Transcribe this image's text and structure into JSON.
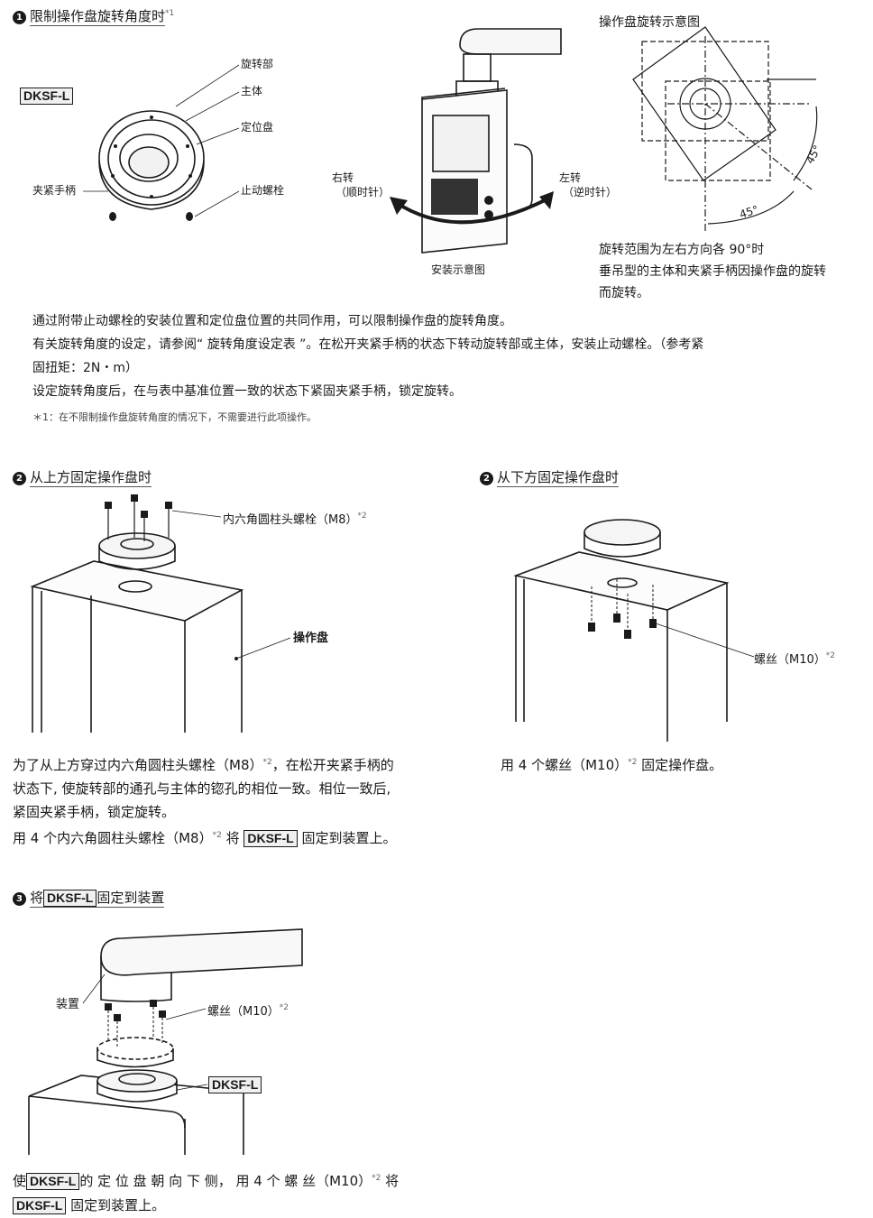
{
  "section1": {
    "heading": "限制操作盘旋转角度时",
    "note_mark": "*1",
    "product_tag": "DKSF-L",
    "labels": {
      "rotating_part": "旋转部",
      "main_body": "主体",
      "locating_disc": "定位盘",
      "clamp_handle": "夹紧手柄",
      "stop_bolt": "止动螺栓"
    },
    "install_caption": "安装示意图",
    "right_turn": "右转",
    "right_turn_sub": "（顺时针）",
    "left_turn": "左转",
    "left_turn_sub": "（逆时针）",
    "rotation_title": "操作盘旋转示意图",
    "angle1": "45°",
    "angle2": "45°",
    "rotation_note_lines": [
      "旋转范围为左右方向各 90°时",
      "垂吊型的主体和夹紧手柄因操作盘的旋转",
      "而旋转。"
    ],
    "paragraphs": [
      "通过附带止动螺栓的安装位置和定位盘位置的共同作用，可以限制操作盘的旋转角度。",
      "有关旋转角度的设定，请参阅“ 旋转角度设定表 ”。在松开夹紧手柄的状态下转动旋转部或主体，安装止动螺栓。（参考紧",
      "固扭矩：2N・m）",
      "设定旋转角度后，在与表中基准位置一致的状态下紧固夹紧手柄，锁定旋转。"
    ],
    "footnote": "＊1：在不限制操作盘旋转角度的情况下，不需要进行此项操作。"
  },
  "section2": {
    "heading": "从上方固定操作盘时",
    "screw_label": "内六角圆柱头螺栓（M8）",
    "screw_mark": "*2",
    "panel_label": "操作盘",
    "paragraph_lines": [
      "为了从上方穿过内六角圆柱头螺栓（M8）",
      "状态下, 使旋转部的通孔与主体的锪孔的相位一致。相位一致后,",
      "紧固夹紧手柄，锁定旋转。"
    ],
    "line1_mark": "*2",
    "line1_tail": "，在松开夹紧手柄的",
    "last_pre": "用 4 个内六角圆柱头螺栓（M8）",
    "last_mark": "*2",
    "last_mid": " 将 ",
    "last_tag": "DKSF-L",
    "last_post": " 固定到装置上。"
  },
  "section2b": {
    "heading": "从下方固定操作盘时",
    "screw_label": "螺丝（M10）",
    "screw_mark": "*2",
    "paragraph_pre": "用 4 个螺丝（M10）",
    "paragraph_mark": "*2",
    "paragraph_post": " 固定操作盘。"
  },
  "section3": {
    "heading_pre": "将",
    "heading_tag": "DKSF-L",
    "heading_post": "固定到装置",
    "device_label": "装置",
    "screw_label": "螺丝（M10）",
    "screw_mark": "*2",
    "product_tag": "DKSF-L",
    "line1_pre": "使",
    "line1_tag": "DKSF-L",
    "line1_mid": "的 定 位 盘 朝 向 下 侧， 用 4 个 螺 丝（M10）",
    "line1_mark": "*2",
    "line1_post": " 将",
    "line2_tag": "DKSF-L",
    "line2_post": " 固定到装置上。"
  }
}
